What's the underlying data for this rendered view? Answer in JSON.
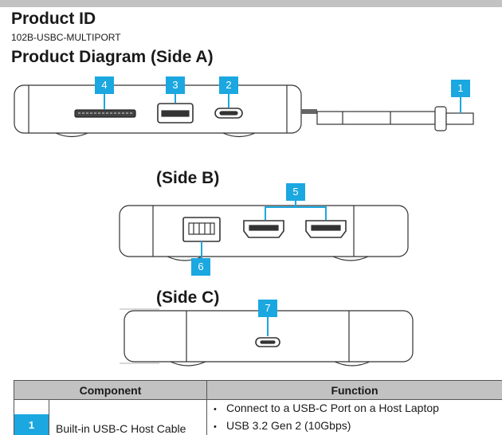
{
  "header": {
    "product_id_title": "Product ID",
    "product_id_value": "102B-USBC-MULTIPORT",
    "diagram_title": "Product Diagram (Side A)",
    "side_b_title": "(Side B)",
    "side_c_title": "(Side C)"
  },
  "callouts": {
    "c1": "1",
    "c2": "2",
    "c3": "3",
    "c4": "4",
    "c5": "5",
    "c6": "6",
    "c7": "7"
  },
  "colors": {
    "accent": "#1ba7e0",
    "header_gray": "#c2c2c2"
  },
  "table": {
    "headers": [
      "Component",
      "Function"
    ],
    "rows": [
      {
        "number": "1",
        "component": "Built-in USB-C Host Cable",
        "functions": [
          "Connect to a USB-C Port on a Host Laptop",
          "USB 3.2 Gen 2 (10Gbps)"
        ]
      }
    ]
  }
}
